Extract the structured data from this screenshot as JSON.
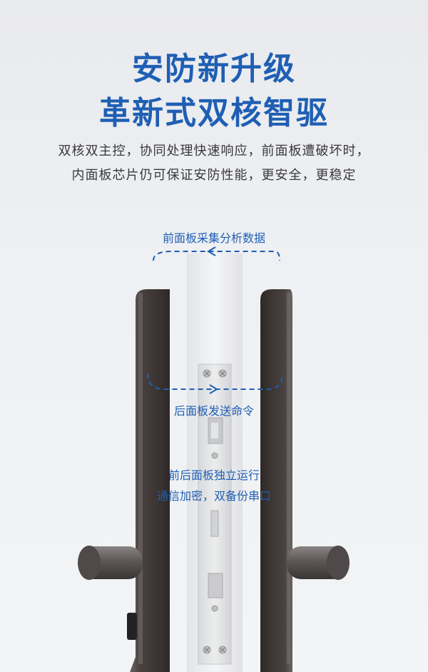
{
  "headline": {
    "line1": "安防新升级",
    "line2": "革新式双核智驱"
  },
  "description": {
    "line1": "双核双主控，协同处理快速响应，前面板遭破坏时，",
    "line2": "内面板芯片仍可保证安防性能，更安全，更稳定"
  },
  "annotations": {
    "front_panel": "前面板采集分析数据",
    "rear_panel": "后面板发送命令",
    "independent_line1": "前后面板独立运行",
    "independent_line2": "通信加密，双备份串口"
  },
  "colors": {
    "accent": "#1f5fb4",
    "panel": "#4a3f3d"
  }
}
